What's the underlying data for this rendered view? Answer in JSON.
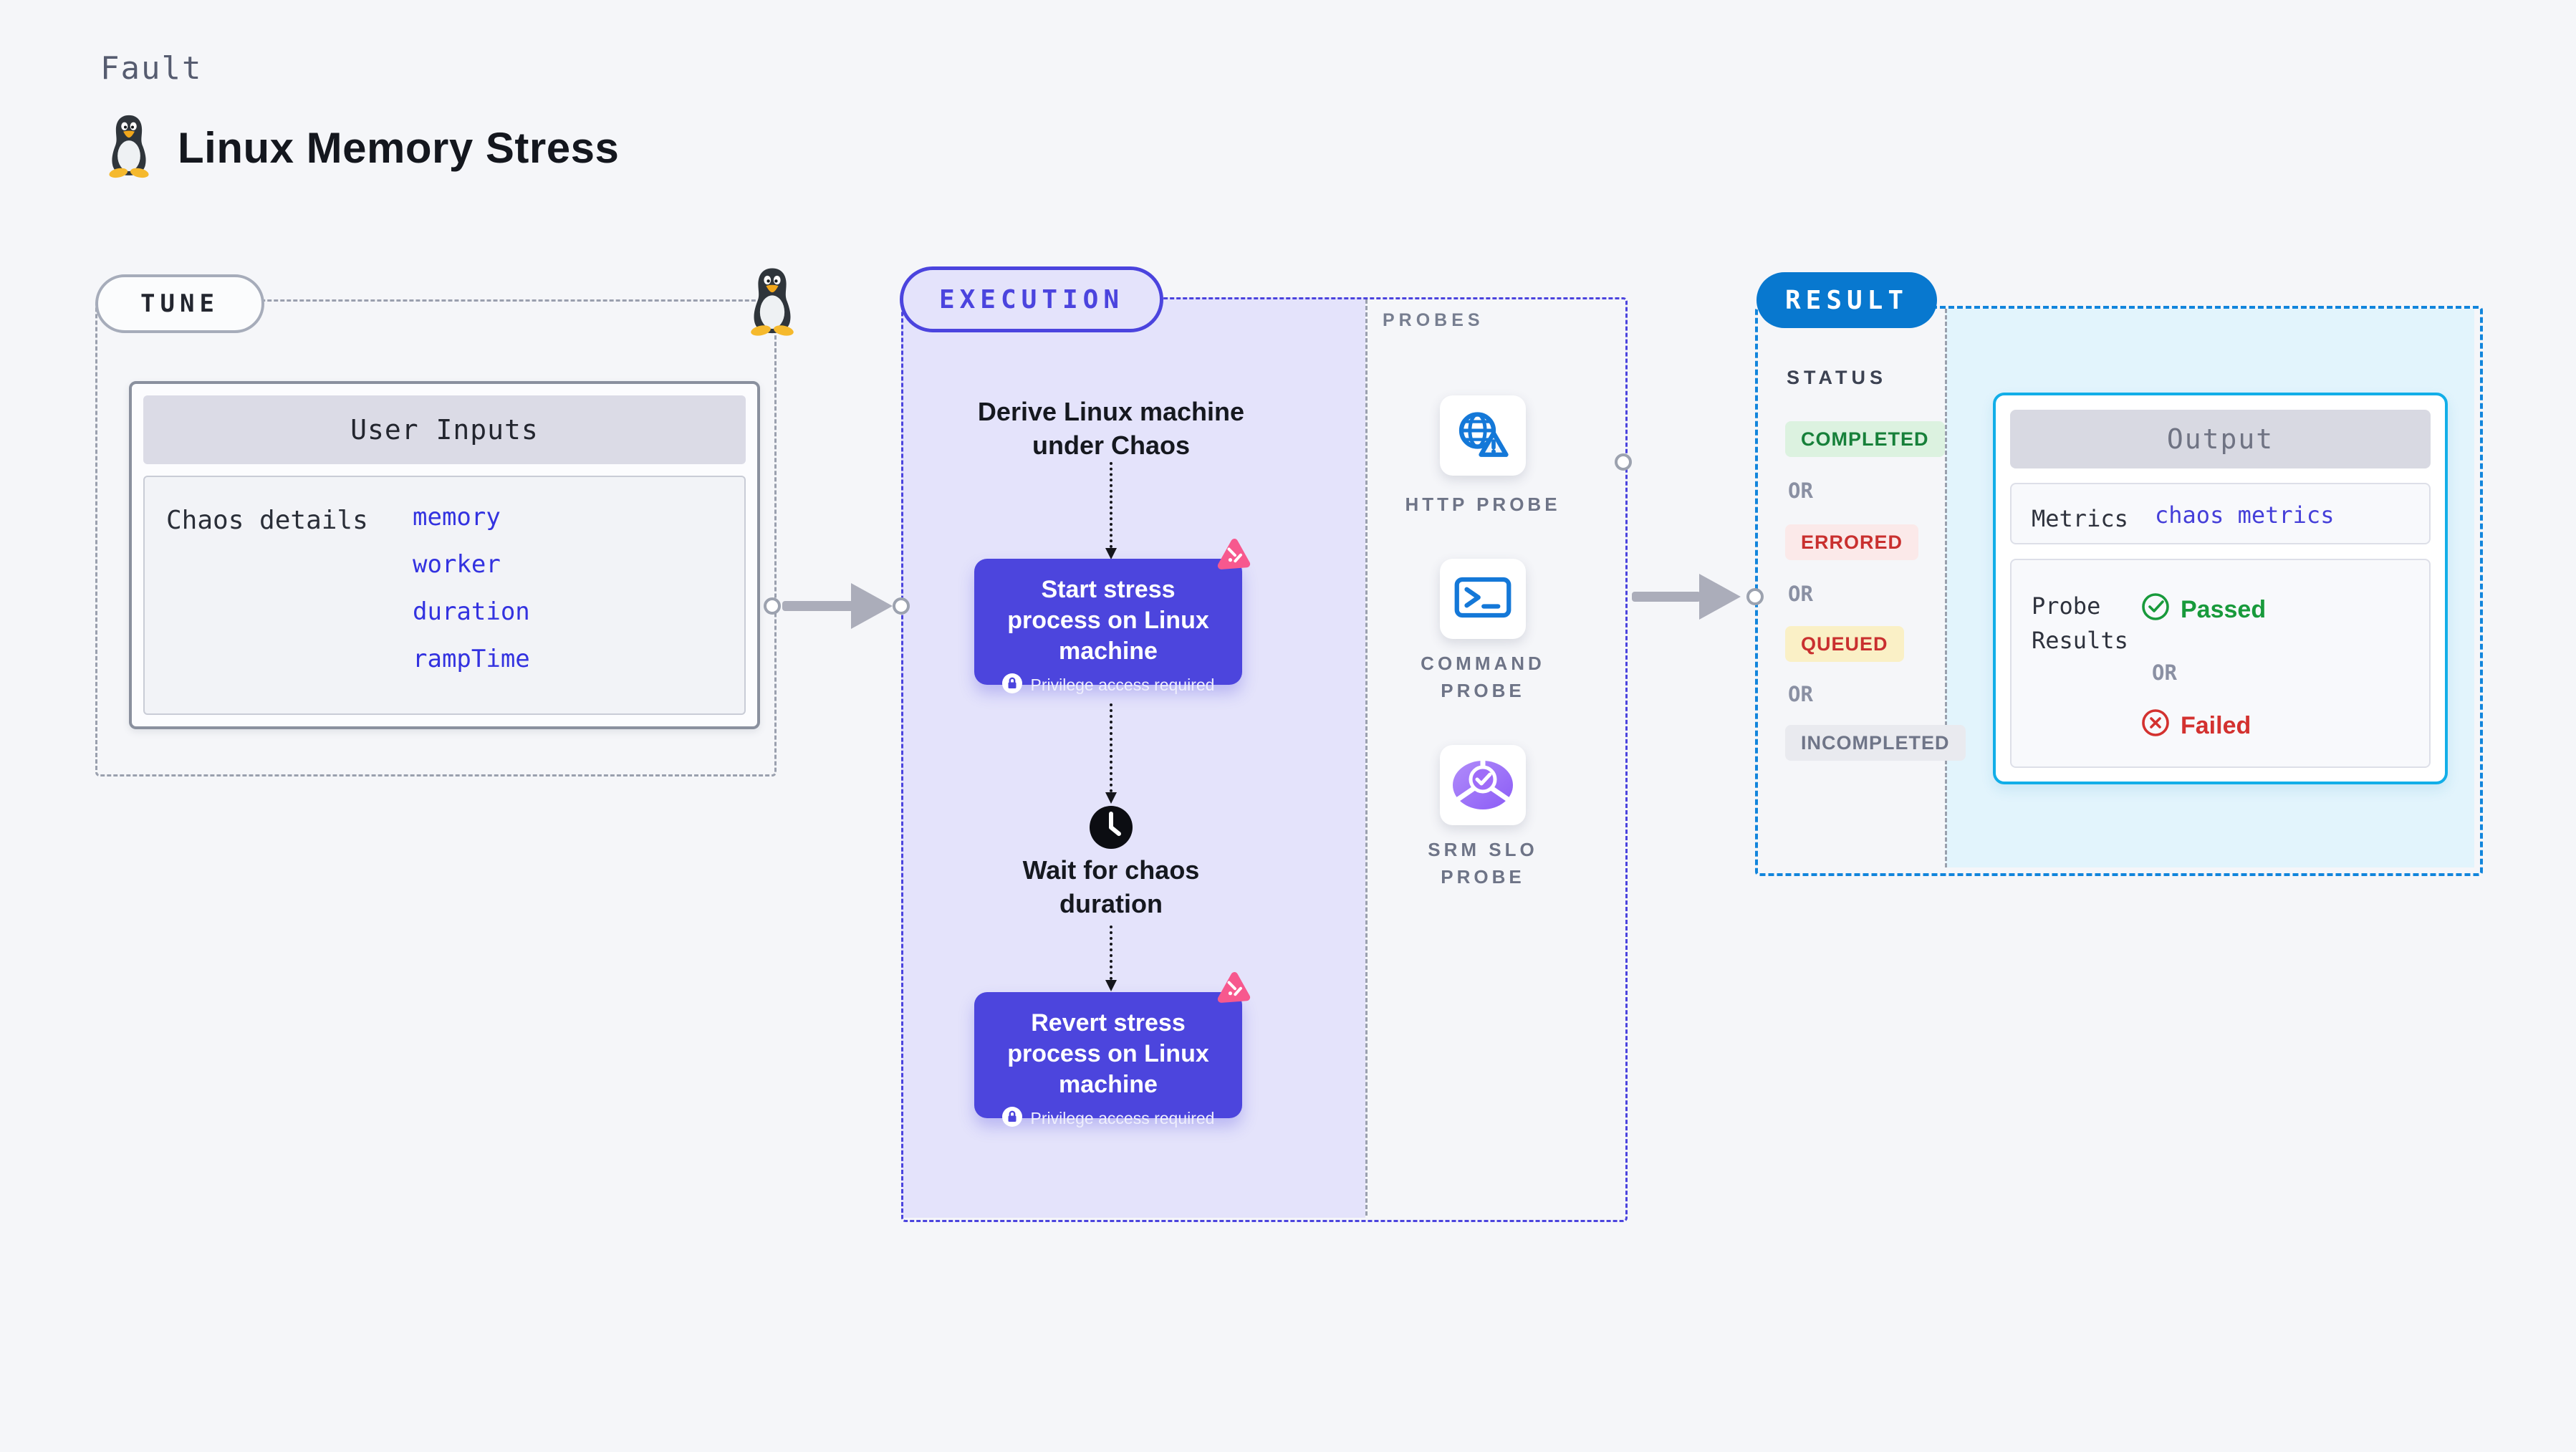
{
  "header": {
    "fault_label": "Fault",
    "title": "Linux Memory Stress"
  },
  "tune": {
    "label": "TUNE",
    "card": {
      "header": "User Inputs",
      "row_label": "Chaos details",
      "values": [
        "memory",
        "worker",
        "duration",
        "rampTime"
      ]
    }
  },
  "execution": {
    "label": "EXECUTION",
    "derive_text": "Derive Linux machine under Chaos",
    "start_node": {
      "title": "Start stress process on Linux machine",
      "privilege": "Privilege access required"
    },
    "wait_text": "Wait for chaos duration",
    "revert_node": {
      "title": "Revert stress process on Linux machine",
      "privilege": "Privilege access required"
    },
    "probes": {
      "label": "PROBES",
      "items": [
        {
          "label": "HTTP PROBE",
          "icon": "globe-alert-icon"
        },
        {
          "label": "COMMAND PROBE",
          "icon": "terminal-icon"
        },
        {
          "label": "SRM SLO PROBE",
          "icon": "slo-pie-check-icon"
        }
      ]
    }
  },
  "result": {
    "label": "RESULT",
    "status_header": "STATUS",
    "or_label": "OR",
    "statuses": [
      {
        "label": "COMPLETED",
        "type": "completed",
        "bg_color": "#DCF2E0",
        "text_color": "#17803A"
      },
      {
        "label": "ERRORED",
        "type": "errored",
        "bg_color": "#FBE9E9",
        "text_color": "#C9302F"
      },
      {
        "label": "QUEUED",
        "type": "queued",
        "bg_color": "#FAF0C6",
        "text_color": "#C9302F"
      },
      {
        "label": "INCOMPLETED",
        "type": "incompleted",
        "bg_color": "#E9EAEF",
        "text_color": "#6F7588"
      }
    ],
    "output": {
      "header": "Output",
      "metrics_label": "Metrics",
      "metrics_value": "chaos metrics",
      "probe_results_label": "Probe Results",
      "passed_label": "Passed",
      "or_label": "OR",
      "failed_label": "Failed"
    }
  },
  "colors": {
    "page_bg": "#F5F6F9",
    "accent_indigo": "#4B44DE",
    "node_indigo": "#4C45DD",
    "lavender_panel": "#E4E3FB",
    "result_blue": "#0878CF",
    "result_border_blue": "#1285DC",
    "cyan_panel": "#E2F4FC",
    "output_border_cyan": "#12AEE8",
    "input_value_blue": "#3332E0",
    "passed_green": "#189A3B",
    "failed_red": "#D3312F",
    "pink_badge": "#F7588E",
    "probe_icon_blue": "#1478D8",
    "srm_purple": "#8B5CF6"
  }
}
